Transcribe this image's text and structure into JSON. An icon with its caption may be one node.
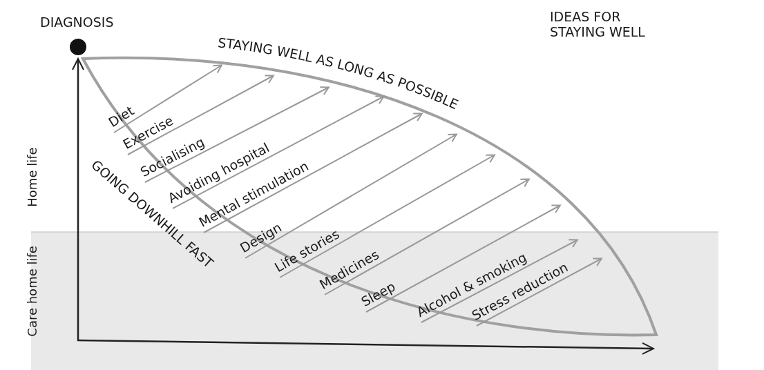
{
  "diagram": {
    "labels": [
      "DIAGNOSIS",
      "IDEAS FOR STAYING WELL",
      "STAYING WELL AS LONG AS POSSIBLE",
      "GOING DOWNHILL FAST",
      "Home life",
      "Care home life",
      "Diet",
      "Exercise",
      "Socialising",
      "Avoiding hospital",
      "Mental stimulation",
      "Design",
      "Life stories",
      "Medicines",
      "Sleep",
      "Alcohol & smoking",
      "Stress reduction"
    ]
  }
}
